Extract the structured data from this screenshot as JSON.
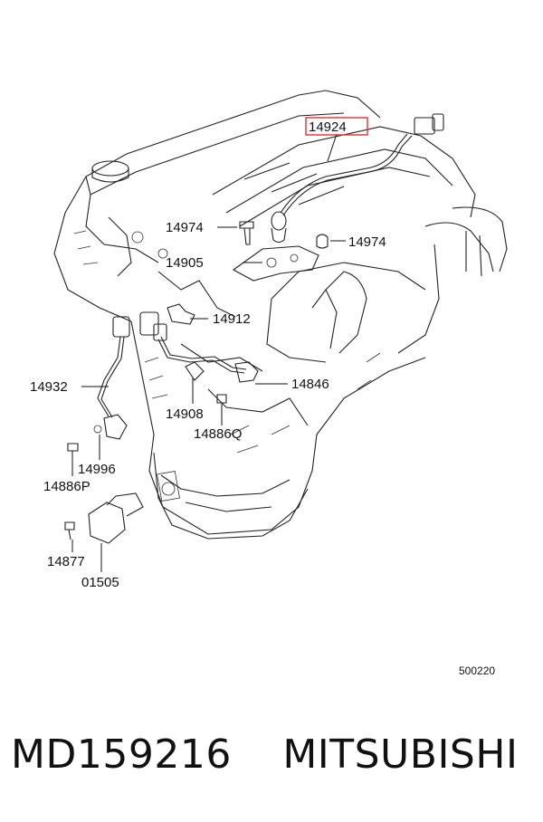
{
  "callouts": {
    "p14924": "14924",
    "p14974a": "14974",
    "p14974b": "14974",
    "p14905": "14905",
    "p14912": "14912",
    "p14932": "14932",
    "p14846": "14846",
    "p14908": "14908",
    "p14886Q": "14886Q",
    "p14996": "14996",
    "p14886P": "14886P",
    "p14877": "14877",
    "p01505": "01505"
  },
  "highlight_color": "#e0303a",
  "diagram_ref": "500220",
  "caption": {
    "part_number": "MD159216",
    "brand": "MITSUBISHI"
  }
}
